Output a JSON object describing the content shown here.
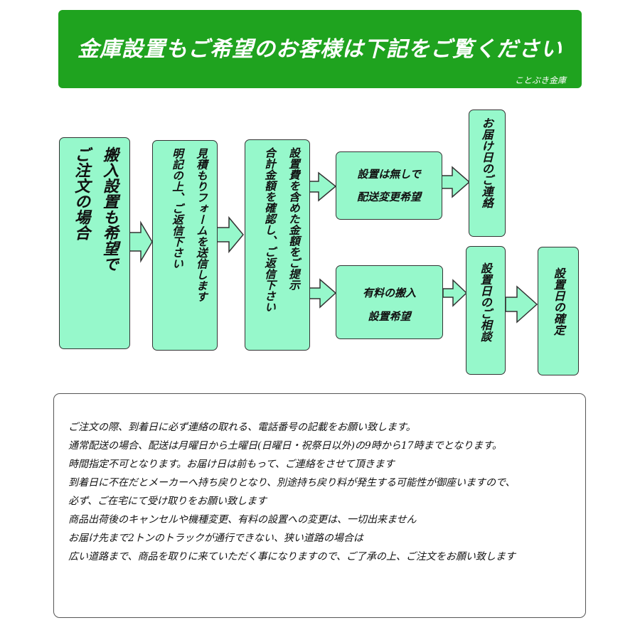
{
  "banner": {
    "title": "金庫設置もご希望のお客様は下記をご覧ください",
    "subtitle": "ことぶき金庫",
    "color": "#1fa31f"
  },
  "flow": {
    "box_color": "#96f8cb",
    "start": {
      "col1": "搬入設置も希望で",
      "col2": "ご注文の場合"
    },
    "step2": {
      "col1": "見積もりフォームを送信します",
      "col2": "明記の上、ご返信下さい"
    },
    "step3": {
      "col1": "設置費を含めた金額をご提示",
      "col2": "合計金額を確認し、ご返信下さい"
    },
    "branch_no_install": {
      "line1": "設置は無しで",
      "line2": "配送変更希望",
      "result": "お届け日のご連絡"
    },
    "branch_install": {
      "line1": "有料の搬入",
      "line2": "設置希望",
      "consult": "設置日のご相談",
      "final": "設置日の確定"
    }
  },
  "notes": [
    "ご注文の際、到着日に必ず連絡の取れる、電話番号の記載をお願い致します。",
    "通常配送の場合、配送は月曜日から土曜日(日曜日・祝祭日以外)の9時から17時までとなります。",
    "時間指定不可となります。お届け日は前もって、ご連絡をさせて頂きます",
    "到着日に不在だとメーカーへ持ち戻りとなり、別途持ち戻り料が発生する可能性が御座いますので、",
    "必ず、ご在宅にて受け取りをお願い致します",
    "商品出荷後のキャンセルや機種変更、有料の設置への変更は、一切出来ません",
    "お届け先まで2トンのトラックが通行できない、狭い道路の場合は",
    "広い道路まで、商品を取りに来ていただく事になりますので、ご了承の上、ご注文をお願い致します"
  ]
}
